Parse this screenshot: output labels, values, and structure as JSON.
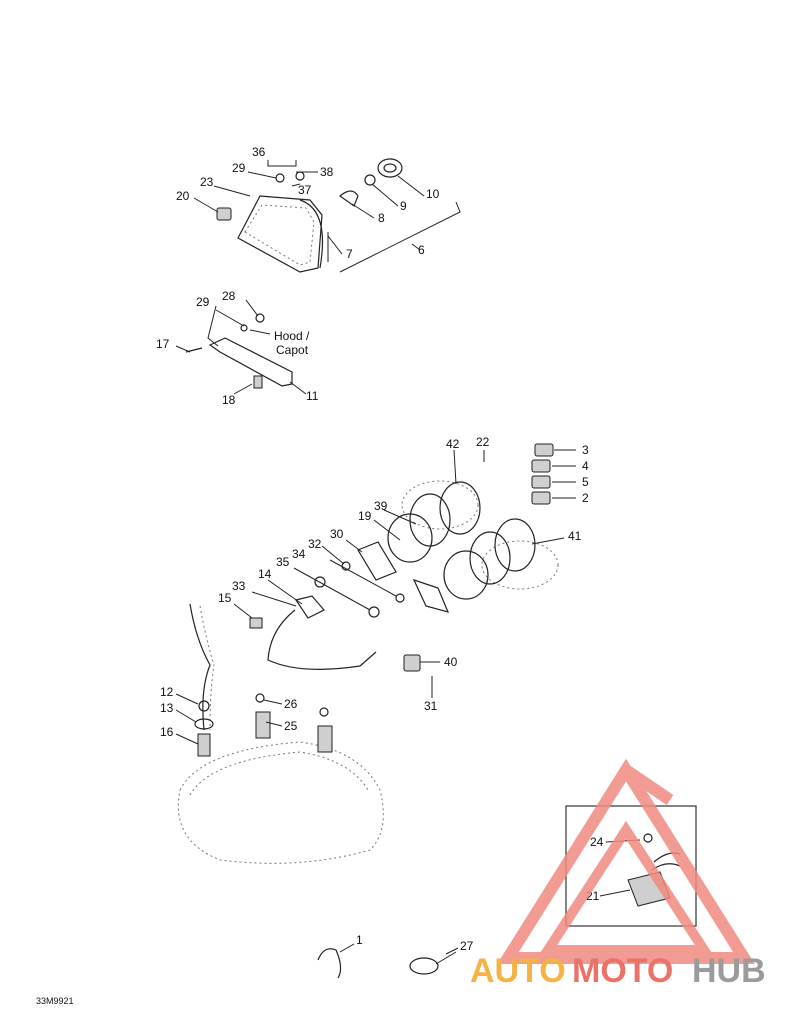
{
  "document_code": "33M9921",
  "hood_note": "Hood /\nCapot",
  "hood_line1": "Hood /",
  "hood_line2": "Capot",
  "callouts": [
    "36",
    "38",
    "37",
    "29",
    "23",
    "20",
    "10",
    "9",
    "8",
    "7",
    "6",
    "28",
    "29",
    "17",
    "18",
    "11",
    "42",
    "22",
    "3",
    "4",
    "5",
    "2",
    "39",
    "19",
    "41",
    "30",
    "32",
    "34",
    "35",
    "14",
    "33",
    "15",
    "40",
    "31",
    "12",
    "13",
    "26",
    "25",
    "16",
    "24",
    "21",
    "1",
    "27"
  ],
  "watermark": {
    "word_a": "AUTO",
    "word_b": "MOTO",
    "word_c": "HUB",
    "color_a": "#f5a623",
    "color_b": "#e85a4f",
    "color_c": "#8a8a8a"
  }
}
